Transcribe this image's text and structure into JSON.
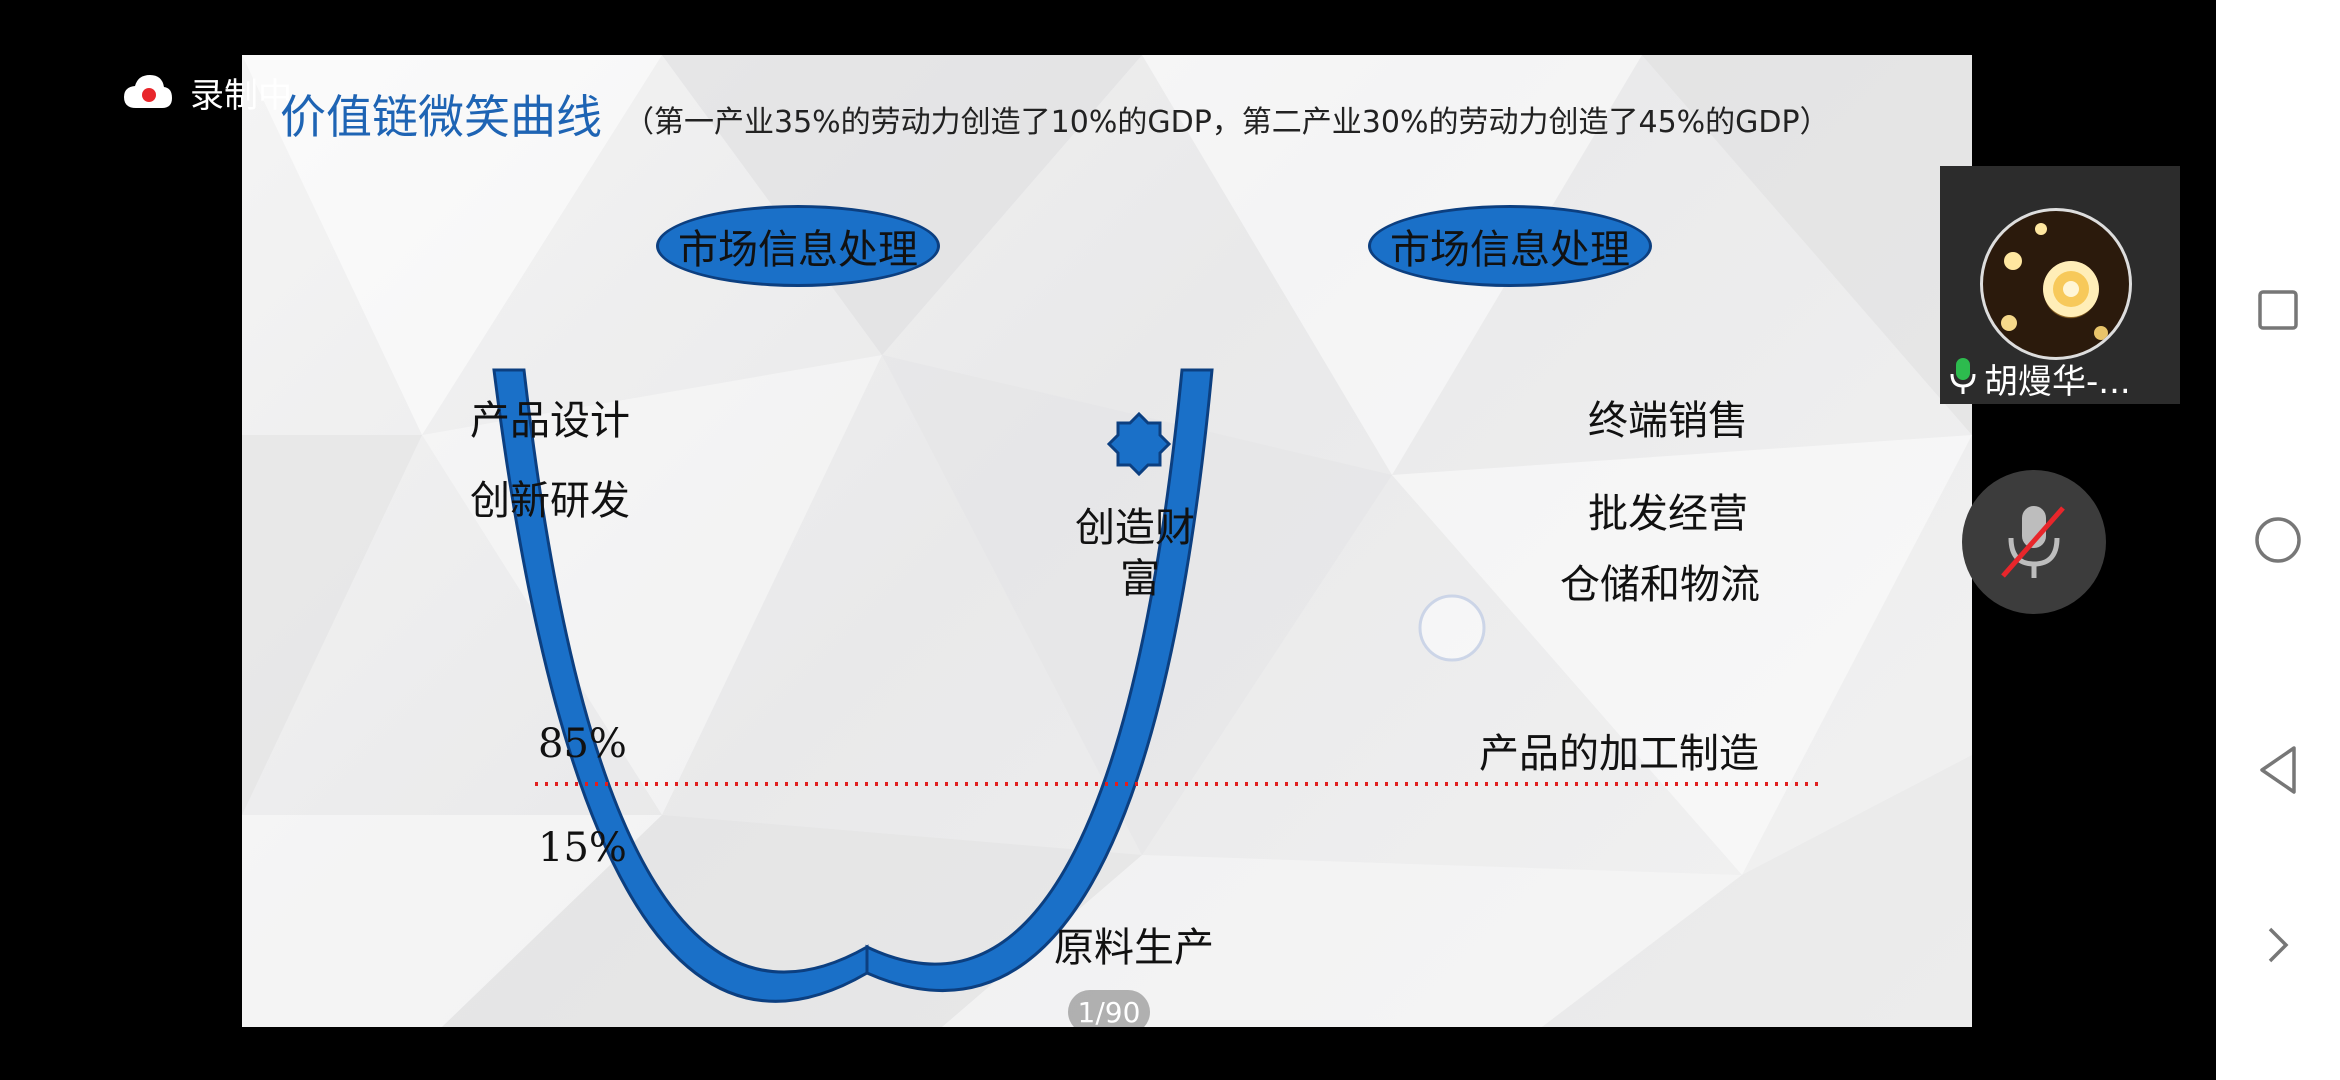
{
  "recording": {
    "label": "录制中",
    "icon": "cloud-record-icon"
  },
  "slide": {
    "title": "价值链微笑曲线",
    "subtitle": "（第一产业35%的劳动力创造了10%的GDP，第二产业30%的劳动力创造了45%的GDP）",
    "left_oval": "市场信息处理",
    "right_oval": "市场信息处理",
    "left_labels": [
      "产品设计",
      "创新研发"
    ],
    "center_label_line1": "创造财",
    "center_label_line2": "富",
    "right_labels": [
      "终端销售",
      "批发经营",
      "仓储和物流"
    ],
    "pct_top": "85%",
    "pct_bottom": "15%",
    "manufacturing": "产品的加工制造",
    "raw_material": "原料生产",
    "page_indicator": "1/90",
    "colors": {
      "title": "#1e64b4",
      "curve": "#1a70c8",
      "dotted_line": "#e02020"
    }
  },
  "participant": {
    "name": "胡熳华-...",
    "mic_status": "speaking"
  },
  "controls": {
    "mute_icon": "mic-muted-icon"
  },
  "navbar": {
    "icons": [
      "recent-apps-icon",
      "home-icon",
      "back-icon",
      "expand-icon"
    ]
  }
}
